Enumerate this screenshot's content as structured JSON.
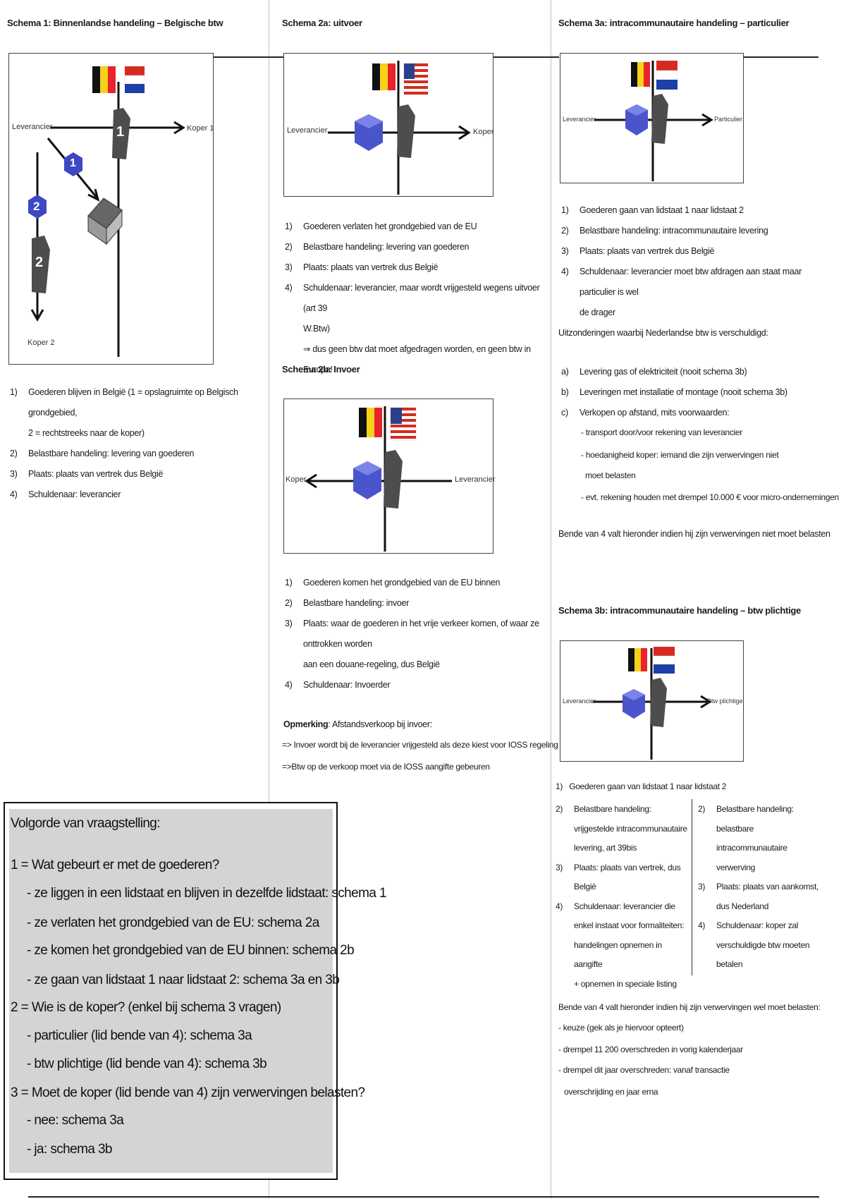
{
  "schema1": {
    "title": "Schema 1: Binnenlandse handeling – Belgische btw",
    "diagram": {
      "leverancier": "Leverancier",
      "koper1": "Koper 1",
      "koper2": "Koper 2",
      "badge1": "1",
      "badge2": "2",
      "marker1": "1",
      "marker2": "2"
    },
    "items": [
      {
        "num": "1)",
        "text": "Goederen blijven in België (1 = opslagruimte op Belgisch grondgebied,"
      },
      {
        "num": "",
        "text": "2 = rechtstreeks naar de koper)"
      },
      {
        "num": "2)",
        "text": "Belastbare handeling: levering van goederen"
      },
      {
        "num": "3)",
        "text": "Plaats: plaats van vertrek dus België"
      },
      {
        "num": "4)",
        "text": "Schuldenaar: leverancier"
      }
    ]
  },
  "schema2a": {
    "title": "Schema 2a: uitvoer",
    "diagram": {
      "leverancier": "Leverancier",
      "koper": "Koper"
    },
    "items": [
      {
        "num": "1)",
        "text": "Goederen verlaten het grondgebied van de EU"
      },
      {
        "num": "2)",
        "text": "Belastbare handeling: levering van goederen"
      },
      {
        "num": "3)",
        "text": "Plaats: plaats van vertrek dus België"
      },
      {
        "num": "4)",
        "text": "Schuldenaar: leverancier, maar wordt vrijgesteld wegens uitvoer (art 39"
      },
      {
        "num": "",
        "text": "W.Btw)"
      },
      {
        "num": "",
        "text": "⇒ dus geen btw dat moet afgedragen worden, en geen btw in Europa!"
      }
    ]
  },
  "schema2b": {
    "title": "Schema 2b: Invoer",
    "diagram": {
      "koper": "Koper",
      "leverancier": "Leverancier"
    },
    "items": [
      {
        "num": "1)",
        "text": "Goederen komen het grondgebied van de EU binnen"
      },
      {
        "num": "2)",
        "text": "Belastbare handeling: invoer"
      },
      {
        "num": "3)",
        "text": "Plaats: waar de goederen in het vrije verkeer komen, of waar ze"
      },
      {
        "num": "",
        "text": "onttrokken worden"
      },
      {
        "num": "",
        "text": "aan een douane-regeling, dus België"
      },
      {
        "num": "4)",
        "text": "Schuldenaar: Invoerder"
      }
    ],
    "remark_label": "Opmerking",
    "remark_text": ": Afstandsverkoop bij invoer:",
    "remark_lines": [
      "=> Invoer wordt bij de leverancier   vrijgesteld als deze kiest  voor IOSS regeling",
      "=>Btw op de verkoop moet via de IOSS aangifte gebeuren"
    ]
  },
  "schema3a": {
    "title": "Schema 3a: intracommunautaire handeling – particulier",
    "diagram": {
      "leverancier": "Leverancier",
      "particulier": "Particulier"
    },
    "items": [
      {
        "num": "1)",
        "text": "Goederen gaan van lidstaat 1 naar lidstaat 2"
      },
      {
        "num": "2)",
        "text": "Belastbare handeling: intracommunautaire levering"
      },
      {
        "num": "3)",
        "text": "Plaats: plaats van vertrek dus België"
      },
      {
        "num": "4)",
        "text": "Schuldenaar: leverancier moet btw afdragen aan staat maar particulier is wel"
      },
      {
        "num": "",
        "text": "de drager"
      }
    ],
    "exceptions_title": "Uitzonderingen waarbij Nederlandse btw is verschuldigd:",
    "exceptions": [
      {
        "num": "a)",
        "text": "Levering gas of elektriciteit (nooit schema 3b)"
      },
      {
        "num": "b)",
        "text": "Leveringen met installatie of montage (nooit schema 3b)"
      },
      {
        "num": "c)",
        "text": "Verkopen op afstand, mits voorwaarden:"
      }
    ],
    "conditions": [
      "- transport door/voor rekening van leverancier",
      "- hoedanigheid koper: iemand die zijn verwervingen niet",
      "moet belasten",
      "- evt. rekening houden met drempel 10.000 € voor micro-ondernemingen"
    ],
    "bende_note": "Bende van 4 valt hieronder indien hij zijn verwervingen niet moet belasten"
  },
  "schema3b": {
    "title": "Schema 3b: intracommunautaire handeling – btw plichtige",
    "diagram": {
      "leverancier": "Leverancier",
      "btw_plichtige": "Btw plichtige"
    },
    "item1": {
      "num": "1)",
      "text": "Goederen gaan van lidstaat 1 naar lidstaat 2"
    },
    "left": [
      {
        "num": "2)",
        "lines": [
          "Belastbare handeling:",
          "vrijgestelde intracommunautaire",
          "levering, art 39bis"
        ]
      },
      {
        "num": "3)",
        "lines": [
          "Plaats: plaats van vertrek, dus",
          "België"
        ]
      },
      {
        "num": "4)",
        "lines": [
          "Schuldenaar: leverancier die",
          "enkel instaat voor formaliteiten:",
          "handelingen opnemen in aangifte",
          "+ opnemen in speciale listing"
        ]
      }
    ],
    "right": [
      {
        "num": "2)",
        "lines": [
          "Belastbare handeling:",
          "belastbare intracommunautaire",
          "verwerving"
        ]
      },
      {
        "num": "3)",
        "lines": [
          "Plaats: plaats van aankomst,",
          "dus Nederland"
        ]
      },
      {
        "num": "4)",
        "lines": [
          "Schuldenaar: koper zal",
          "verschuldigde btw moeten",
          "betalen"
        ]
      }
    ],
    "bende_title": "Bende van 4 valt hieronder indien hij zijn verwervingen wel moet belasten:",
    "bende_lines": [
      "- keuze (gek als je hiervoor opteert)",
      "- drempel 11 200 overschreden in vorig kalenderjaar",
      "- drempel dit jaar overschreden: vanaf transactie",
      "overschrijding en jaar erna"
    ]
  },
  "questions": {
    "title": "Volgorde van vraagstelling:",
    "lines": [
      {
        "indent": 0,
        "text": "1 = Wat gebeurt er met de goederen?"
      },
      {
        "indent": 1,
        "text": "- ze liggen in een lidstaat en blijven in dezelfde lidstaat: schema 1"
      },
      {
        "indent": 1,
        "text": "- ze verlaten het grondgebied van de EU: schema 2a"
      },
      {
        "indent": 1,
        "text": "- ze komen het grondgebied van de EU binnen: schema 2b"
      },
      {
        "indent": 1,
        "text": "- ze gaan van lidstaat 1 naar lidstaat 2: schema 3a en 3b"
      },
      {
        "indent": 0,
        "text": "2 = Wie is de koper? (enkel bij schema 3 vragen)"
      },
      {
        "indent": 1,
        "text": "- particulier (lid bende van 4): schema 3a"
      },
      {
        "indent": 1,
        "text": "- btw plichtige (lid bende van 4): schema 3b"
      },
      {
        "indent": 0,
        "text": "3 = Moet de koper (lid bende van 4) zijn verwervingen belasten?"
      },
      {
        "indent": 2,
        "text": "- nee: schema 3a"
      },
      {
        "indent": 2,
        "text": "- ja: schema 3b"
      }
    ]
  },
  "colors": {
    "cube": "#4a55cc",
    "post": "#4d4d4d",
    "badge": "#3c48c4",
    "flag_be_black": "#111111",
    "flag_be_yellow": "#f6d21b",
    "flag_be_red": "#e8232b",
    "flag_nl_red": "#d52b1e",
    "flag_nl_blue": "#1c3fa8"
  }
}
